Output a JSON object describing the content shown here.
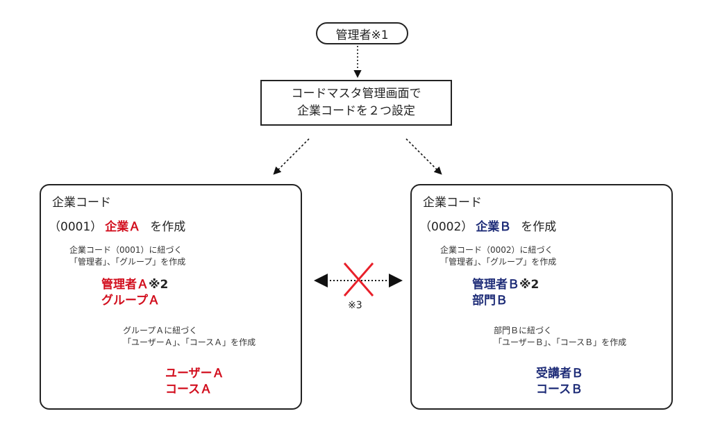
{
  "admin_top": "管理者※1",
  "setup": {
    "line1": "コードマスタ管理画面で",
    "line2": "企業コードを２つ設定"
  },
  "company_a": {
    "title": "企業コード",
    "code": "（0001）",
    "name": "企業Ａ",
    "create": "を作成",
    "note1_line1": "企業コード（0001）に紐づく",
    "note1_line2": "「管理者」、「グループ」を作成",
    "admin": "管理者Ａ",
    "admin_mark": "※2",
    "group": "グループＡ",
    "note2_line1": "グループＡに紐づく",
    "note2_line2": "「ユーザーＡ」、「コースＡ」を作成",
    "user": "ユーザーＡ",
    "course": "コースＡ"
  },
  "company_b": {
    "title": "企業コード",
    "code": "（0002）",
    "name": "企業Ｂ",
    "create": "を作成",
    "note1_line1": "企業コード（0002）に紐づく",
    "note1_line2": "「管理者」、「グループ」を作成",
    "admin": "管理者Ｂ",
    "admin_mark": "※2",
    "group": "部門Ｂ",
    "note2_line1": "部門Ｂに紐づく",
    "note2_line2": "「ユーザーＢ」、「コースＢ」を作成",
    "user": "受講者Ｂ",
    "course": "コースＢ"
  },
  "separator_note": "※3",
  "colors": {
    "company_a": "#d20f1e",
    "company_b": "#1f2d78",
    "cross": "#e8202a"
  }
}
